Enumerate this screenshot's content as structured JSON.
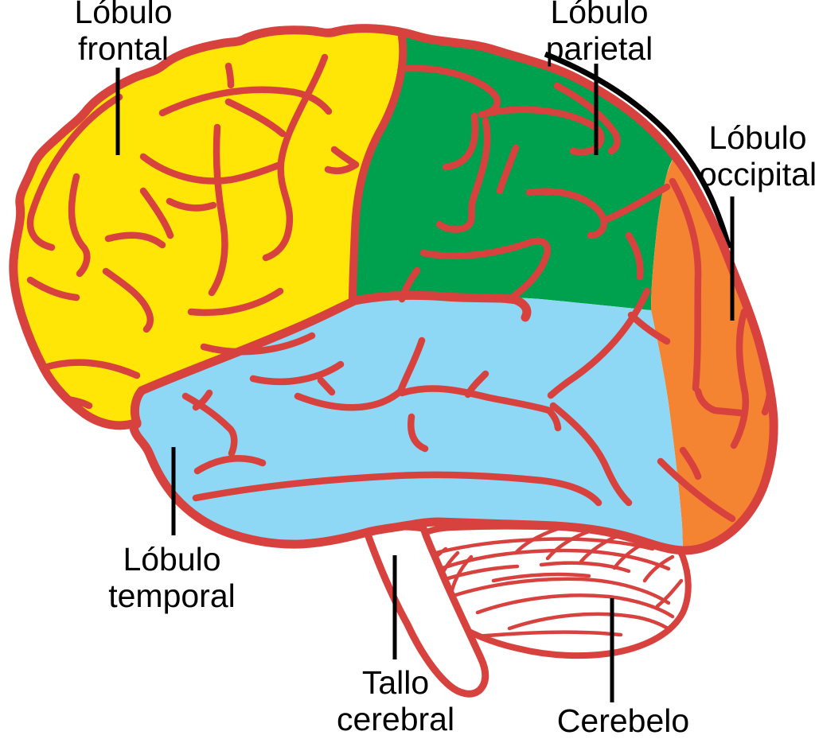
{
  "colors": {
    "outline_red": "#D8423E",
    "frontal_yellow": "#FFE607",
    "parietal_green": "#00A14E",
    "occipital_orange": "#F58432",
    "temporal_blue": "#8ED8F6",
    "cerebellum_white": "#FFFFFF",
    "label_black": "#000000",
    "background": "#FFFFFF"
  },
  "labels": {
    "frontal": {
      "line1": "Lóbulo",
      "line2": "frontal"
    },
    "parietal": {
      "line1": "Lóbulo",
      "line2": "parietal"
    },
    "occipital": {
      "line1": "Lóbulo",
      "line2": "occipital"
    },
    "temporal": {
      "line1": "Lóbulo",
      "line2": "temporal"
    },
    "brainstem": {
      "line1": "Tallo",
      "line2": "cerebral"
    },
    "cerebellum": {
      "line1": "Cerebelo"
    }
  }
}
